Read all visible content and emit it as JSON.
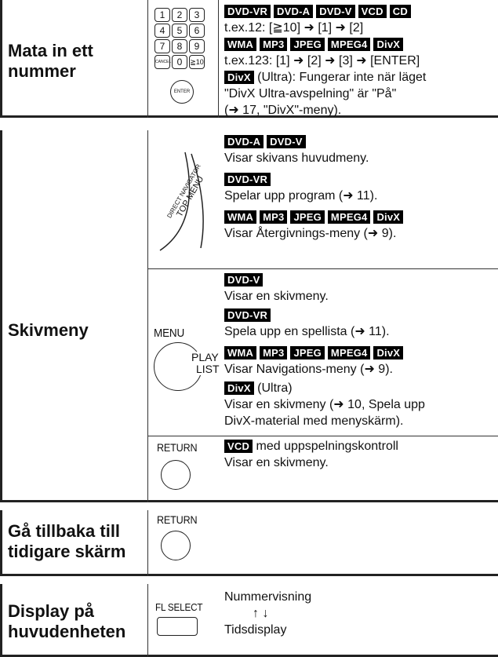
{
  "sections": {
    "numbers": {
      "title_l1": "Mata in ett",
      "title_l2": "nummer",
      "keys": [
        "1",
        "2",
        "3",
        "4",
        "5",
        "6",
        "7",
        "8",
        "9",
        "CANCEL",
        "0",
        "≧10"
      ],
      "enter_label": "ENTER",
      "badges1": [
        "DVD-VR",
        "DVD-A",
        "DVD-V",
        "VCD",
        "CD"
      ],
      "line1": "t.ex.12: [≧10] ➜ [1] ➜ [2]",
      "badges2": [
        "WMA",
        "MP3",
        "JPEG",
        "MPEG4",
        "DivX"
      ],
      "line2": "t.ex.123: [1] ➜ [2] ➜ [3] ➜ [ENTER]",
      "divx_badge": "DivX",
      "line3a": " (Ultra): Fungerar inte när läget",
      "line3b": "\"DivX Ultra-avspelning\" är \"På\"",
      "line3c": "(➜ 17, \"DivX\"-meny)."
    },
    "menu": {
      "title": "Skivmeny",
      "topmenu_label1": "DIRECT NAVIGATOR",
      "topmenu_label2": "TOP MENU",
      "r1_badges_a": [
        "DVD-A",
        "DVD-V"
      ],
      "r1_text_a": "Visar skivans huvudmeny.",
      "r1_badge_b": "DVD-VR",
      "r1_text_b": "Spelar upp program (➜ 11).",
      "r1_badges_c": [
        "WMA",
        "MP3",
        "JPEG",
        "MPEG4",
        "DivX"
      ],
      "r1_text_c": "Visar Återgivnings-meny (➜ 9).",
      "menu_label": "MENU",
      "playlist_l1": "PLAY",
      "playlist_l2": "LIST",
      "r2_badge_a": "DVD-V",
      "r2_text_a": "Visar en skivmeny.",
      "r2_badge_b": "DVD-VR",
      "r2_text_b": "Spela upp en spellista (➜ 11).",
      "r2_badges_c": [
        "WMA",
        "MP3",
        "JPEG",
        "MPEG4",
        "DivX"
      ],
      "r2_text_c": "Visar Navigations-meny (➜ 9).",
      "r2_badge_d": "DivX",
      "r2_text_d1": " (Ultra)",
      "r2_text_d2": "Visar en skivmeny (➜ 10, Spela upp",
      "r2_text_d3": "DivX-material med menyskärm).",
      "return_label": "RETURN",
      "r3_badge": "VCD",
      "r3_text_a": " med uppspelningskontroll",
      "r3_text_b": "Visar en skivmeny."
    },
    "back": {
      "title_l1": "Gå tillbaka till",
      "title_l2": "tidigare skärm",
      "return_label": "RETURN"
    },
    "display": {
      "title_l1": "Display på",
      "title_l2": "huvudenheten",
      "button_label": "FL SELECT",
      "text_a": "Nummervisning",
      "arrows": "↑ ↓",
      "text_b": "Tidsdisplay"
    }
  }
}
